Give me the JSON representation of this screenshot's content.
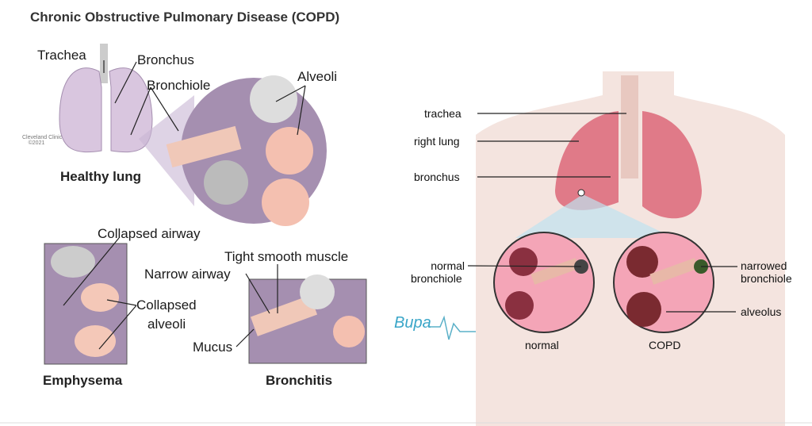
{
  "title": "Chronic Obstructive Pulmonary Disease (COPD)",
  "left": {
    "labels": {
      "trachea": "Trachea",
      "bronchus": "Bronchus",
      "bronchiole": "Bronchiole",
      "alveoli": "Alveoli",
      "healthy": "Healthy lung",
      "collapsed_airway": "Collapsed airway",
      "collapsed_alveoli_1": "Collapsed",
      "collapsed_alveoli_2": "alveoli",
      "emphysema": "Emphysema",
      "tight_muscle": "Tight smooth muscle",
      "narrow_airway": "Narrow airway",
      "mucus": "Mucus",
      "bronchitis": "Bronchitis"
    },
    "logo": {
      "name": "Cleveland Clinic",
      "year": "©2021"
    }
  },
  "right": {
    "labels": {
      "trachea": "trachea",
      "right_lung": "right lung",
      "bronchus": "bronchus",
      "normal_bronchiole_1": "normal",
      "normal_bronchiole_2": "bronchiole",
      "narrowed_1": "narrowed",
      "narrowed_2": "bronchiole",
      "alveolus": "alveolus",
      "normal": "normal",
      "copd": "COPD"
    },
    "logo": "Bupa"
  },
  "colors": {
    "purple": "#a58fb0",
    "pink": "#f2a6b8",
    "lung": "#e07a88"
  }
}
